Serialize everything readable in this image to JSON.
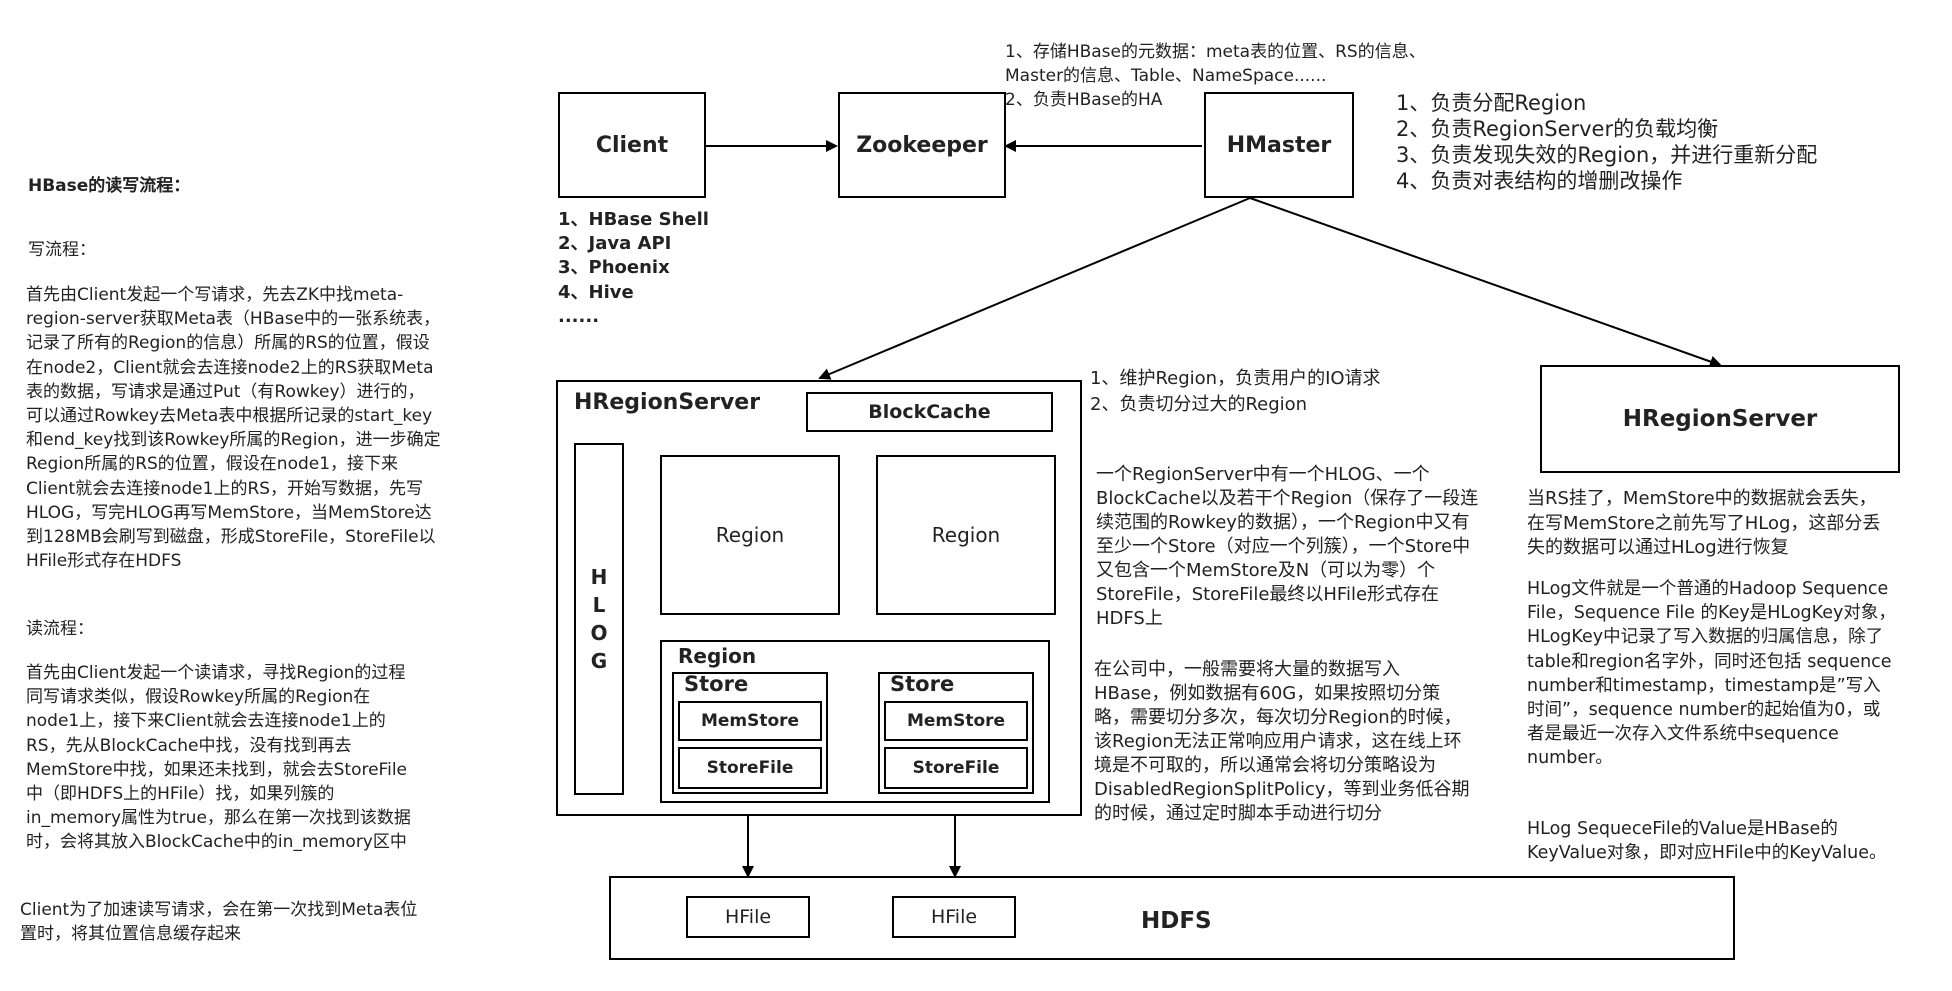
{
  "left_notes": {
    "title": "HBase的读写流程：",
    "write_heading": "写流程：",
    "write_text": "首先由Client发起一个写请求，先去ZK中找meta-\nregion-server获取Meta表（HBase中的一张系统表，\n记录了所有的Region的信息）所属的RS的位置，假设\n在node2，Client就会去连接node2上的RS获取Meta\n表的数据，写请求是通过Put（有Rowkey）进行的，\n可以通过Rowkey去Meta表中根据所记录的start_key\n和end_key找到该Rowkey所属的Region，进一步确定\nRegion所属的RS的位置，假设在node1，接下来\nClient就会去连接node1上的RS，开始写数据，先写\nHLOG，写完HLOG再写MemStore，当MemStore达\n到128MB会刷写到磁盘，形成StoreFile，StoreFile以\nHFile形式存在HDFS",
    "read_heading": "读流程：",
    "read_text": "首先由Client发起一个读请求，寻找Region的过程\n同写请求类似，假设Rowkey所属的Region在\nnode1上，接下来Client就会去连接node1上的\nRS，先从BlockCache中找，没有找到再去\nMemStore中找，如果还未找到，就会去StoreFile\n中（即HDFS上的HFile）找，如果列簇的\nin_memory属性为true，那么在第一次找到该数据\n时，会将其放入BlockCache中的in_memory区中",
    "cache_text": "Client为了加速读写请求，会在第一次找到Meta表位\n置时，将其位置信息缓存起来"
  },
  "nodes": {
    "client": "Client",
    "zookeeper": "Zookeeper",
    "hmaster": "HMaster",
    "hregionserver_main": "HRegionServer",
    "hregionserver_right": "HRegionServer",
    "blockcache": "BlockCache",
    "hlog": "H\nL\nO\nG",
    "region_1": "Region",
    "region_2": "Region",
    "region_3": "Region",
    "store_1": "Store",
    "store_2": "Store",
    "memstore_1": "MemStore",
    "memstore_2": "MemStore",
    "storefile_1": "StoreFile",
    "storefile_2": "StoreFile",
    "hdfs": "HDFS",
    "hfile_1": "HFile",
    "hfile_2": "HFile"
  },
  "annotations": {
    "client_list": "1、HBase Shell\n2、Java API\n3、Phoenix\n4、Hive\n......",
    "zookeeper_note": "1、存储HBase的元数据：meta表的位置、RS的信息、\nMaster的信息、Table、NameSpace......\n2、负责HBase的HA",
    "hmaster_note": "1、负责分配Region\n2、负责RegionServer的负载均衡\n3、负责发现失效的Region，并进行重新分配\n4、负责对表结构的增删改操作",
    "regionserver_note": "1、维护Region，负责用户的IO请求\n2、负责切分过大的Region",
    "regionserver_desc": "一个RegionServer中有一个HLOG、一个\nBlockCache以及若干个Region（保存了一段连\n续范围的Rowkey的数据），一个Region中又有\n至少一个Store（对应一个列簇），一个Store中\n又包含一个MemStore及N（可以为零）个\nStoreFile，StoreFile最终以HFile形式存在\nHDFS上",
    "split_note": "在公司中，一般需要将大量的数据写入\nHBase，例如数据有60G，如果按照切分策\n略，需要切分多次，每次切分Region的时候，\n该Region无法正常响应用户请求，这在线上环\n境是不可取的，所以通常会将切分策略设为\nDisabledRegionSplitPolicy，等到业务低谷期\n的时候，通过定时脚本手动进行切分",
    "rs_down_note": "当RS挂了，MemStore中的数据就会丢失，\n在写MemStore之前先写了HLog，这部分丢\n失的数据可以通过HLog进行恢复",
    "hlog_file_note": "HLog文件就是一个普通的Hadoop Sequence\nFile，Sequence File 的Key是HLogKey对象，\nHLogKey中记录了写入数据的归属信息，除了\ntable和region名字外，同时还包括 sequence\nnumber和timestamp，timestamp是”写入\n时间”，sequence number的起始值为0，或\n者是最近一次存入文件系统中sequence\nnumber。",
    "hlog_value_note": "HLog SequeceFile的Value是HBase的\nKeyValue对象，即对应HFile中的KeyValue。"
  }
}
